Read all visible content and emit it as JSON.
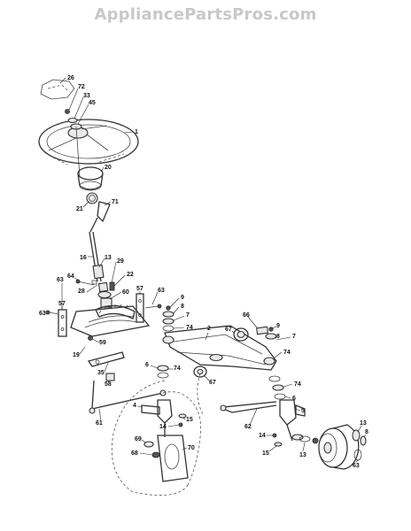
{
  "watermark": "AppliancePartsPros.com",
  "callouts": {
    "c1": "1",
    "c2": "2",
    "c4": "4",
    "c5": "5",
    "c6a": "6",
    "c6b": "6",
    "c7a": "7",
    "c7b": "7",
    "c8a": "8",
    "c8b": "8",
    "c8c": "8",
    "c9a": "9",
    "c9b": "9",
    "c13a": "13",
    "c13b": "13",
    "c13c": "13",
    "c14a": "14",
    "c14b": "14",
    "c15a": "15",
    "c15b": "15",
    "c16": "16",
    "c19": "19",
    "c20": "20",
    "c21": "21",
    "c22": "22",
    "c26": "26",
    "c28": "28",
    "c29": "29",
    "c33": "33",
    "c35": "35",
    "c45": "45",
    "c57a": "57",
    "c57b": "57",
    "c58": "58",
    "c59": "59",
    "c60": "60",
    "c61": "61",
    "c62": "62",
    "c63a": "63",
    "c63b": "63",
    "c63c": "63",
    "c64": "64",
    "c66": "66",
    "c67a": "67",
    "c67b": "67",
    "c68": "68",
    "c69": "69",
    "c70": "70",
    "c71": "71",
    "c72": "72",
    "c74a": "74",
    "c74b": "74",
    "c74c": "74",
    "c74d": "74"
  }
}
